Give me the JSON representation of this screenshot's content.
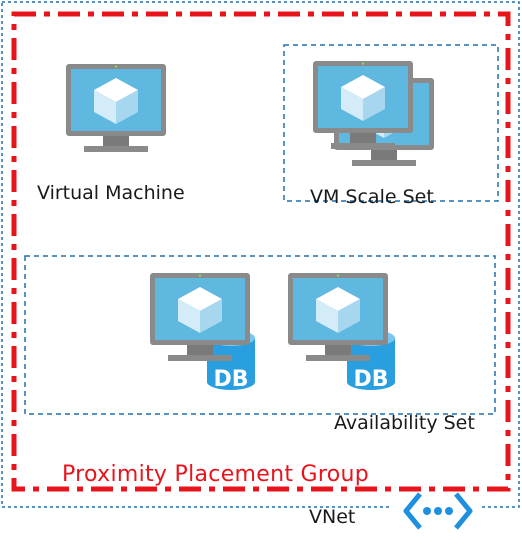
{
  "labels": {
    "virtual_machine": "Virtual Machine",
    "vm_scale_set": "VM Scale Set",
    "availability_set": "Availability Set",
    "proximity_placement_group": "Proximity Placement Group",
    "vnet": "VNet",
    "db_badge_1": "DB",
    "db_badge_2": "DB"
  },
  "colors": {
    "ppg_border": "#e8141c",
    "dashed_border": "#1f6fad",
    "monitor_frame": "#8a8a8a",
    "monitor_screen": "#5eb8e0",
    "cube_top": "#ffffff",
    "cube_left": "#d3ecf8",
    "cube_right": "#a6d7ef",
    "db_cylinder": "#2a9fe0",
    "vnet_icon": "#1f8fe0"
  },
  "icons": {
    "vm": "vm-monitor-icon",
    "vmss": "vm-scale-set-icon",
    "db": "database-icon",
    "vnet": "vnet-icon"
  }
}
